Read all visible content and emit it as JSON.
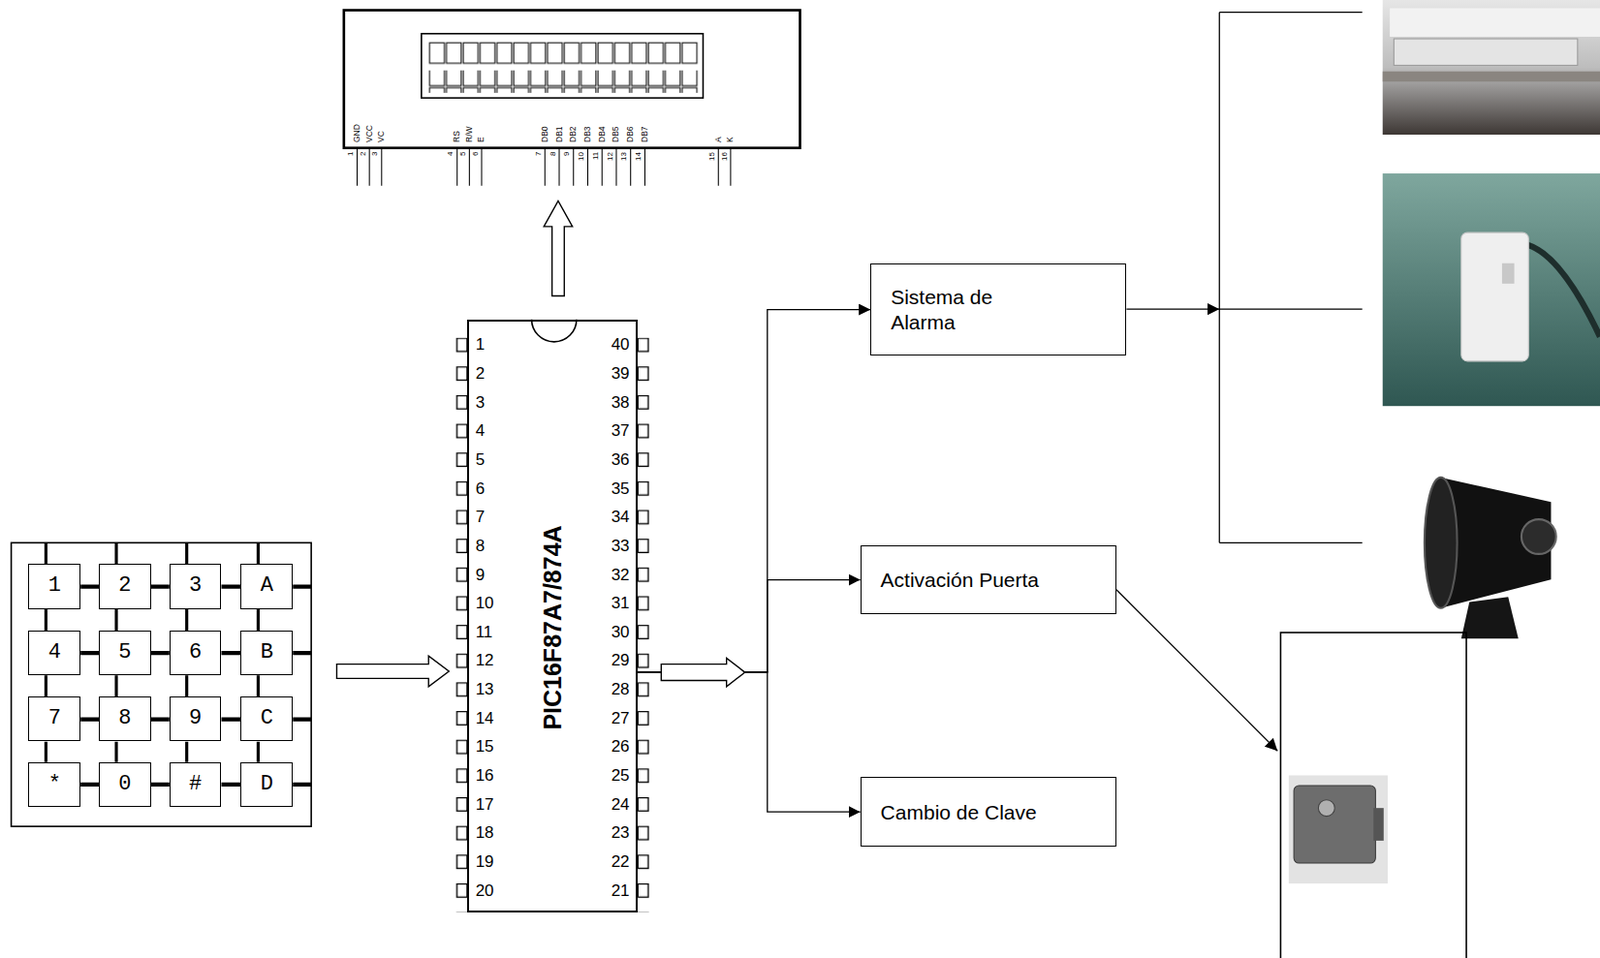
{
  "diagram": {
    "nodes": [
      {
        "text": [
          "1"
        ]
      },
      {
        "text": [
          "2"
        ]
      },
      {
        "text": [
          "3"
        ]
      },
      {
        "text": [
          "A"
        ]
      },
      {
        "text": [
          "4"
        ]
      },
      {
        "text": [
          "5"
        ]
      },
      {
        "text": [
          "6"
        ]
      },
      {
        "text": [
          "B"
        ]
      },
      {
        "text": [
          "7"
        ]
      },
      {
        "text": [
          "8"
        ]
      },
      {
        "text": [
          "9"
        ]
      },
      {
        "text": [
          "C"
        ]
      },
      {
        "text": [
          "*"
        ]
      },
      {
        "text": [
          "0"
        ]
      },
      {
        "text": [
          "#"
        ]
      },
      {
        "text": [
          "D"
        ]
      },
      {
        "text": [
          "PIC16F87A7/874A"
        ]
      },
      {
        "text": [
          "Sistema de Alarma"
        ]
      },
      {
        "text": [
          "Activación Puerta"
        ]
      },
      {
        "text": [
          "Cambio de Clave"
        ]
      }
    ],
    "edges": [
      {
        "from": 16,
        "to": 17,
        "arrow": "to"
      },
      {
        "from": 16,
        "to": 18,
        "arrow": "to"
      },
      {
        "from": 16,
        "to": 19,
        "arrow": "to"
      }
    ],
    "labels": [
      "GND",
      "VCC",
      "VC",
      "RS",
      "R/W",
      "E",
      "DB0",
      "DB1",
      "DB2",
      "DB3",
      "DB4",
      "DB5",
      "DB6",
      "DB7",
      "A",
      "K",
      "1",
      "2",
      "3",
      "4",
      "5",
      "6",
      "7",
      "8",
      "9",
      "10",
      "11",
      "12",
      "13",
      "14",
      "15",
      "16",
      "1",
      "2",
      "3",
      "4",
      "5",
      "6",
      "7",
      "8",
      "9",
      "10",
      "11",
      "12",
      "13",
      "14",
      "15",
      "16",
      "17",
      "18",
      "19",
      "20",
      "21",
      "22",
      "23",
      "24",
      "25",
      "26",
      "27",
      "28",
      "29",
      "30",
      "31",
      "32",
      "33",
      "34",
      "35",
      "36",
      "37",
      "38",
      "39",
      "40"
    ]
  }
}
